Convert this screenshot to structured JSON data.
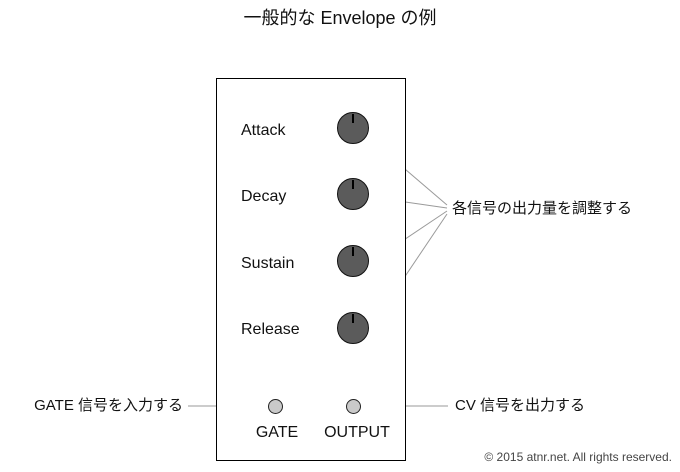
{
  "title": "一般的な Envelope の例",
  "panel": {
    "knobs": [
      {
        "label": "Attack"
      },
      {
        "label": "Decay"
      },
      {
        "label": "Sustain"
      },
      {
        "label": "Release"
      }
    ],
    "jacks": [
      {
        "label": "GATE"
      },
      {
        "label": "OUTPUT"
      }
    ]
  },
  "annotations": {
    "knobs_note": "各信号の出力量を調整する",
    "gate_note": "GATE 信号を入力する",
    "cv_note": "CV 信号を出力する"
  },
  "footer": {
    "copyright": "© 2015 atnr.net. All rights reserved."
  },
  "colors": {
    "background": "#ffffff",
    "panel_border": "#000000",
    "knob_fill": "#5b5b5b",
    "jack_fill": "#c9c9c9",
    "connector_line": "#9a9a9a",
    "text": "#111111"
  }
}
